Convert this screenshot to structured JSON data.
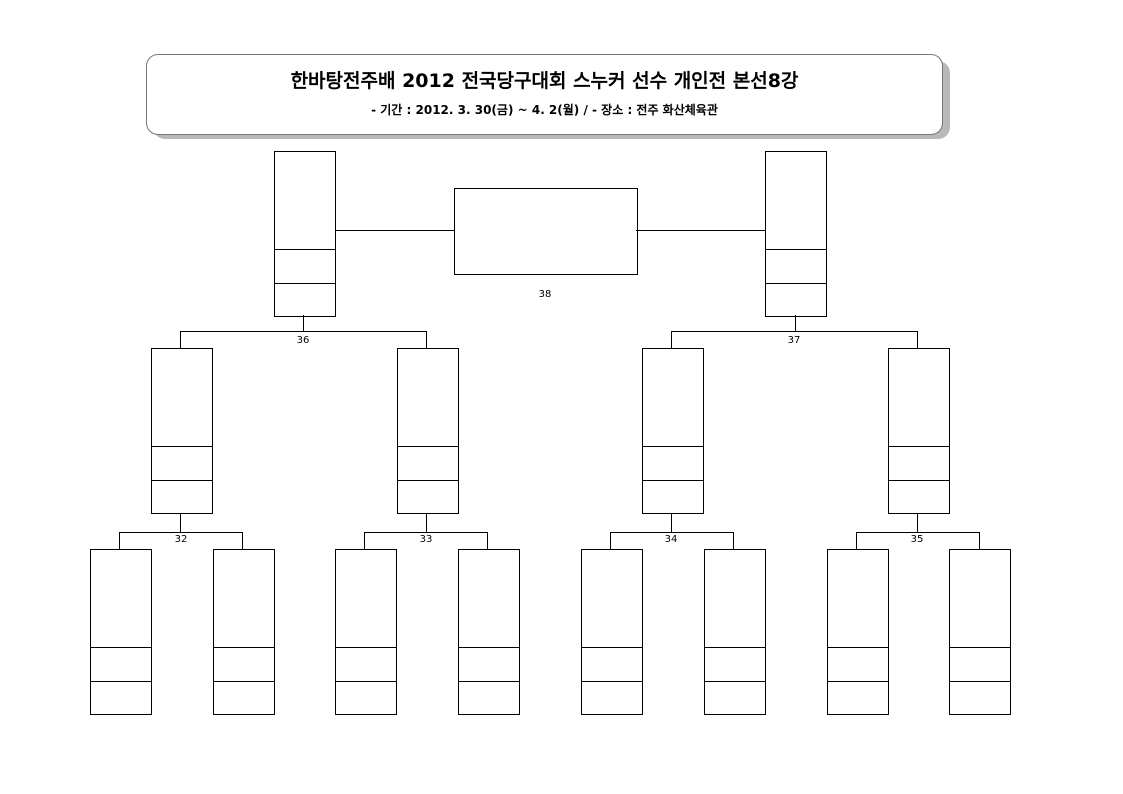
{
  "header": {
    "title": "한바탕전주배 2012 전국당구대회 스누커 선수 개인전 본선8강",
    "subtitle": "- 기간 : 2012. 3. 30(금) ~ 4. 2(월)  /  - 장소 : 전주 화산체육관"
  },
  "bracket": {
    "final_match": "38",
    "semifinal_matches": [
      "36",
      "37"
    ],
    "quarterfinal_matches": [
      "32",
      "33",
      "34",
      "35"
    ]
  }
}
